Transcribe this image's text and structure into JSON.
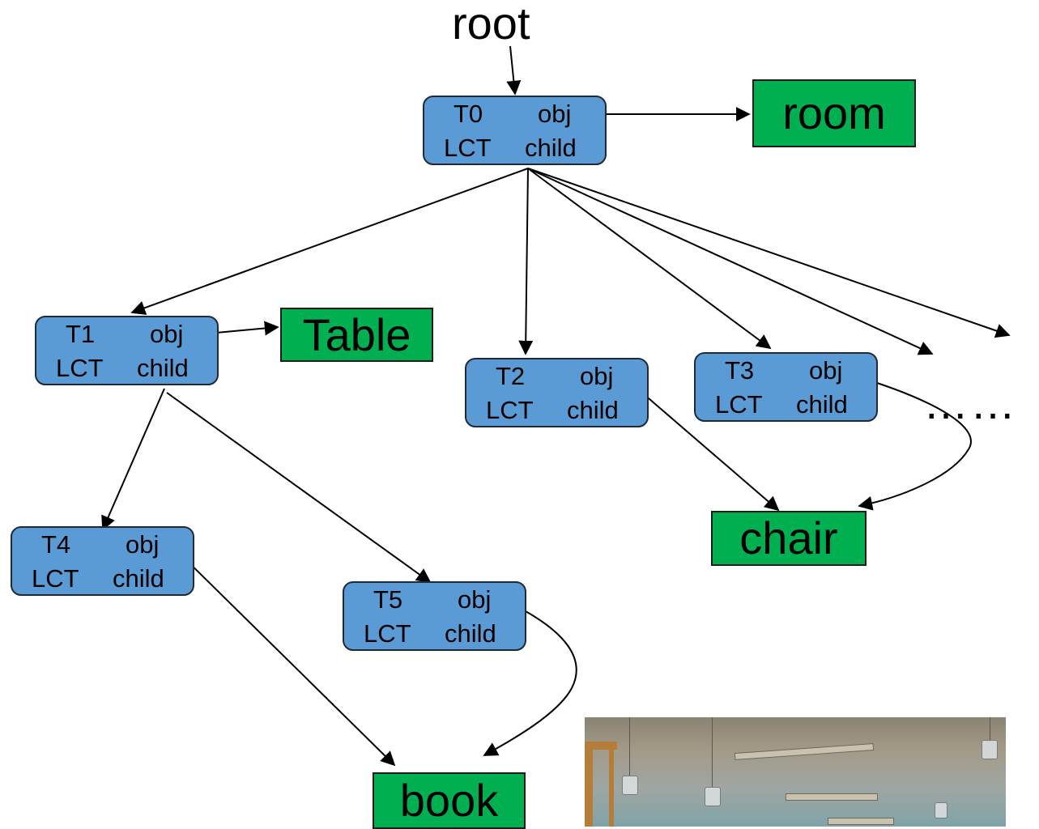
{
  "colors": {
    "node_fill": "#5b9bd5",
    "label_fill": "#00b050",
    "stroke": "#000000"
  },
  "root_label": "root",
  "nodes": [
    {
      "id": "T0",
      "obj": "obj",
      "lct": "LCT",
      "child": "child"
    },
    {
      "id": "T1",
      "obj": "obj",
      "lct": "LCT",
      "child": "child"
    },
    {
      "id": "T2",
      "obj": "obj",
      "lct": "LCT",
      "child": "child"
    },
    {
      "id": "T3",
      "obj": "obj",
      "lct": "LCT",
      "child": "child"
    },
    {
      "id": "T4",
      "obj": "obj",
      "lct": "LCT",
      "child": "child"
    },
    {
      "id": "T5",
      "obj": "obj",
      "lct": "LCT",
      "child": "child"
    }
  ],
  "labels": {
    "room": "room",
    "table": "Table",
    "chair": "chair",
    "book": "book"
  },
  "ellipsis": "……",
  "image": {
    "subject": "classroom-interior-photo"
  }
}
